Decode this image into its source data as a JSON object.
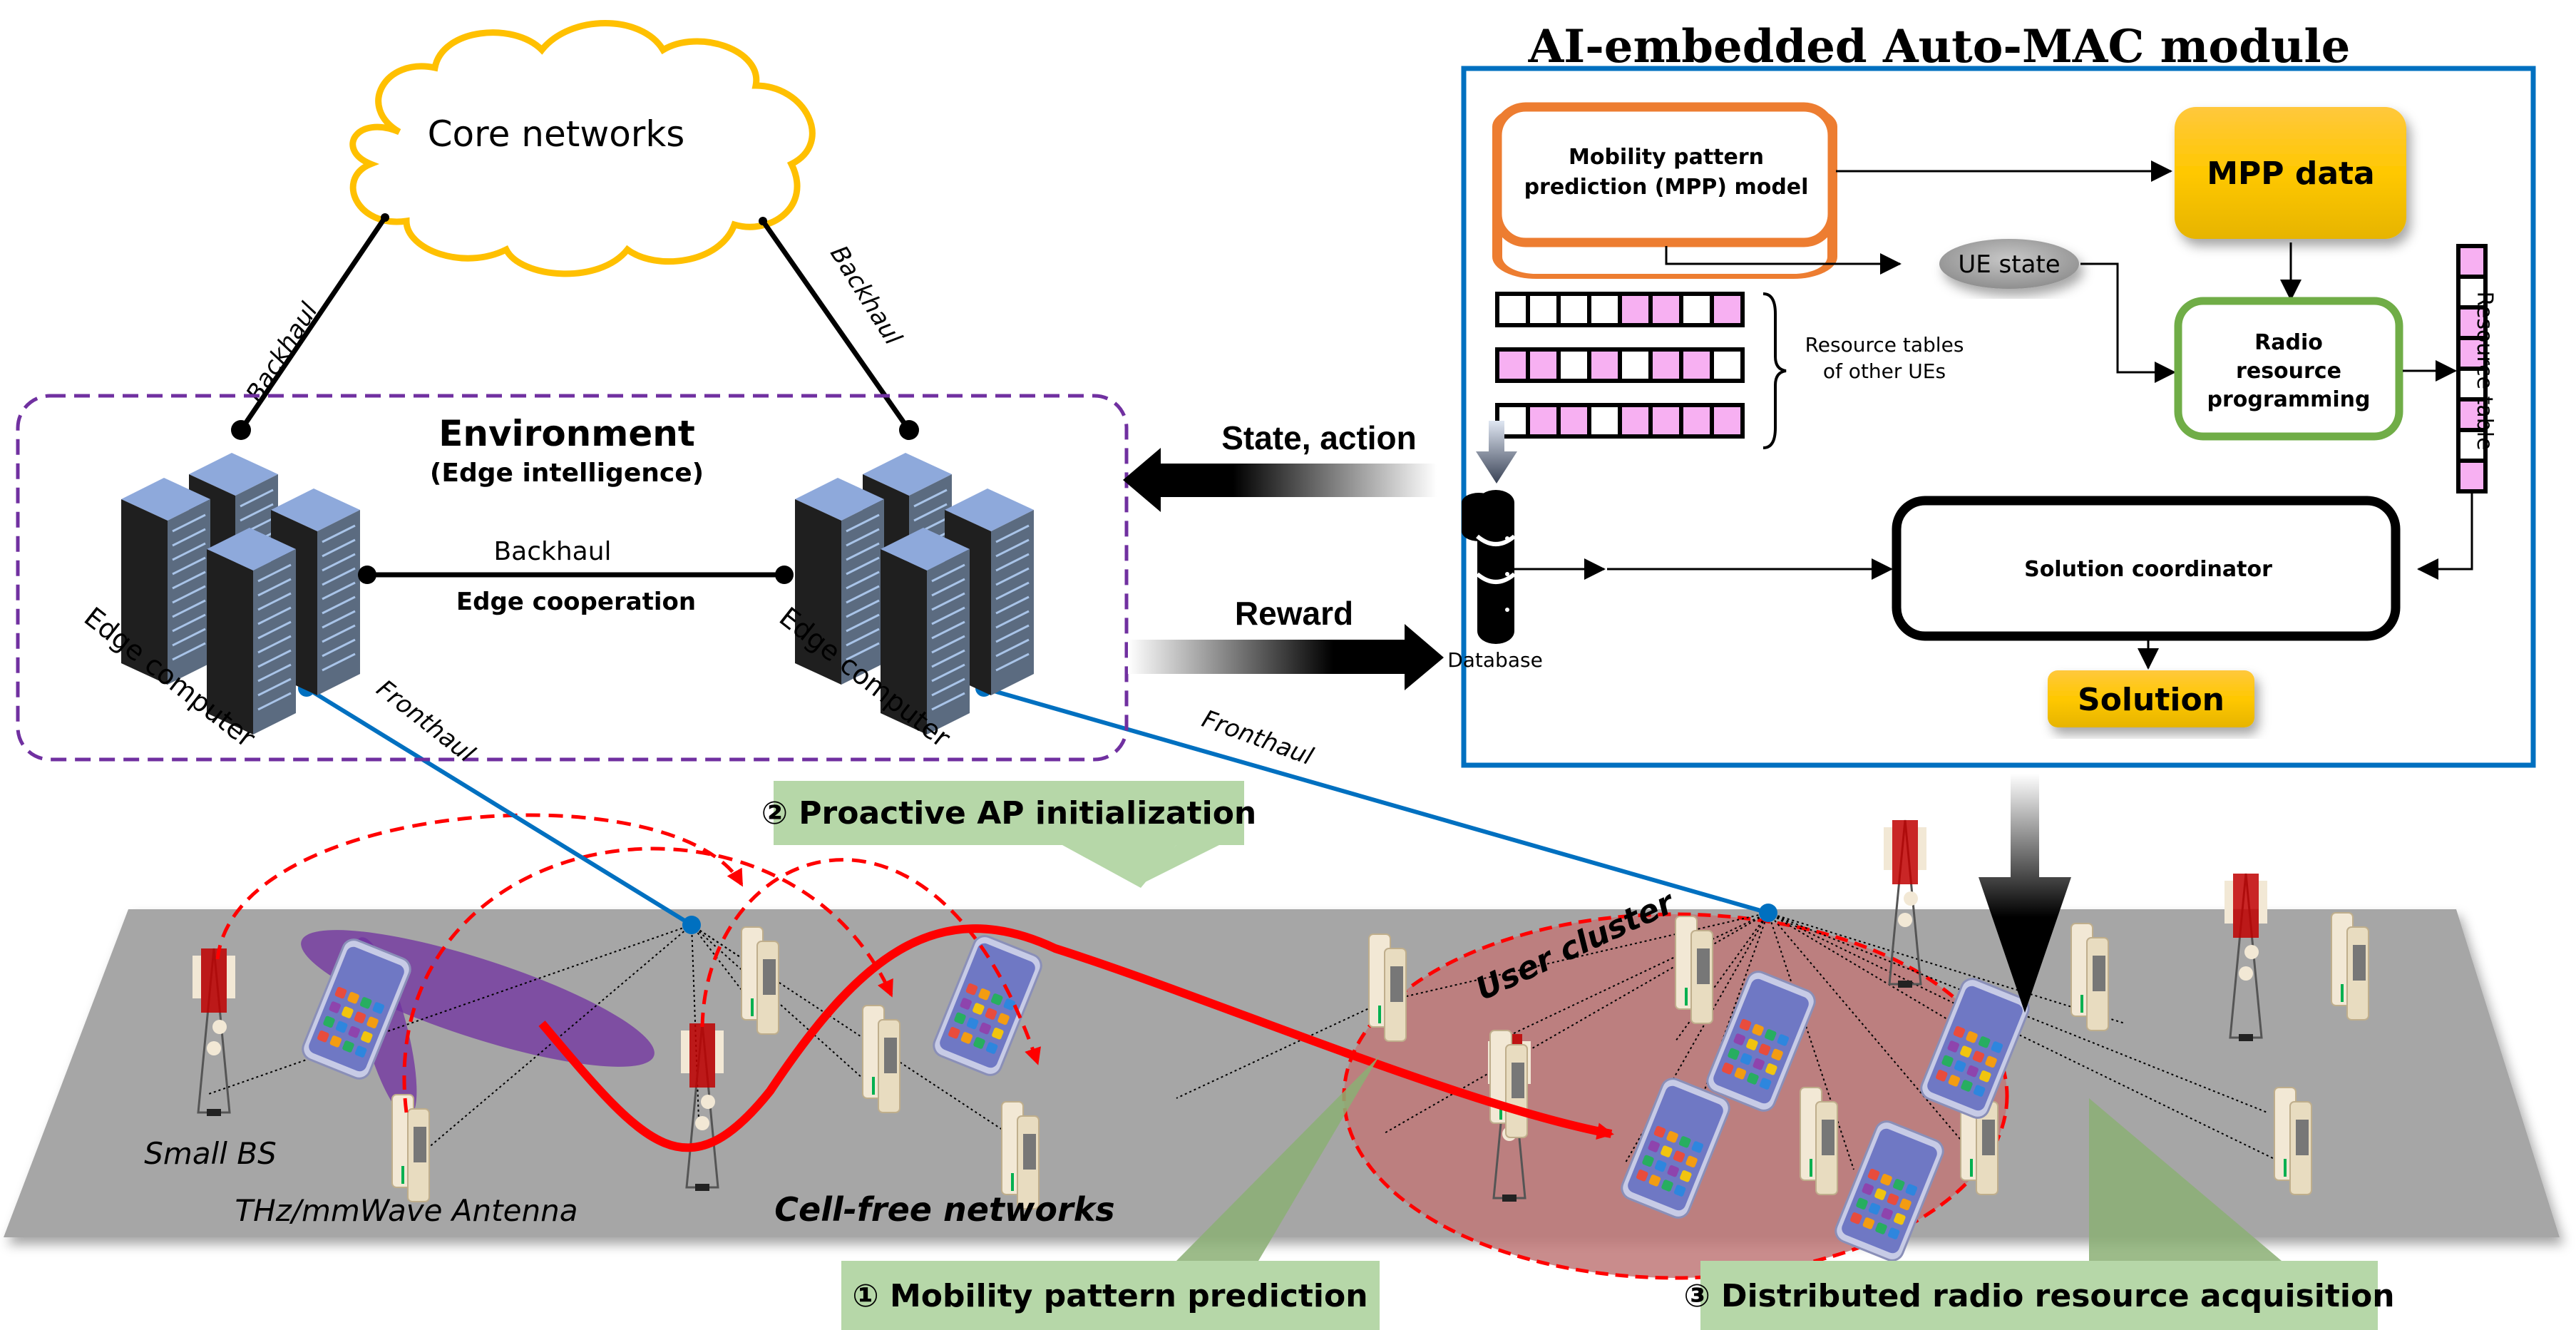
{
  "title": "AI-embedded Auto-MAC module",
  "core": {
    "label": "Core networks"
  },
  "links": {
    "backhaul_left": "Backhaul",
    "backhaul_right": "Backhaul",
    "backhaul_middle": "Backhaul",
    "edge_cooperation": "Edge cooperation",
    "fronthaul_left": "Fronthaul",
    "fronthaul_right": "Fronthaul"
  },
  "environment": {
    "title": "Environment",
    "subtitle": "(Edge intelligence)",
    "edge_left": "Edge computer",
    "edge_right": "Edge computer"
  },
  "arrows": {
    "state_action": "State, action",
    "reward": "Reward"
  },
  "module": {
    "mpp_model": [
      "Mobility pattern",
      "prediction (MPP) model"
    ],
    "mpp_data": "MPP data",
    "ue_state": "UE state",
    "resource_tables_label": [
      "Resource tables",
      "of other UEs"
    ],
    "resource_tables": [
      [
        0,
        0,
        0,
        0,
        1,
        1,
        0,
        1
      ],
      [
        1,
        1,
        0,
        1,
        0,
        1,
        1,
        0
      ],
      [
        0,
        1,
        1,
        0,
        1,
        1,
        1,
        1
      ]
    ],
    "radio_programming": [
      "Radio",
      "resource",
      "programming"
    ],
    "resource_table_label": "Resource table",
    "resource_table": [
      1,
      0,
      1,
      1,
      0,
      1,
      0,
      1
    ],
    "database": "Database",
    "solution_coordinator": "Solution coordinator",
    "solution": "Solution"
  },
  "network": {
    "small_bs": "Small BS",
    "antenna": "THz/mmWave Antenna",
    "cell_free": "Cell-free networks",
    "user_cluster": "User cluster"
  },
  "callouts": {
    "step1": "① Mobility pattern prediction",
    "step2": "② Proactive AP initialization",
    "step3": "③ Distributed radio resource acquisition"
  },
  "colors": {
    "cloud": "#FFC000",
    "env_border": "#7030A0",
    "module_border": "#0070C0",
    "mpp_model_border": "#ED7D31",
    "radio_border": "#70AD47",
    "gold": "#FFC000",
    "pink": "#F7B0F2",
    "callout": "#B6D7A8",
    "plane": "#A6A6A6",
    "fronthaul": "#0070C0",
    "trajectory": "#FF0000",
    "cluster": "#C07070",
    "beam": "#7030A0"
  }
}
